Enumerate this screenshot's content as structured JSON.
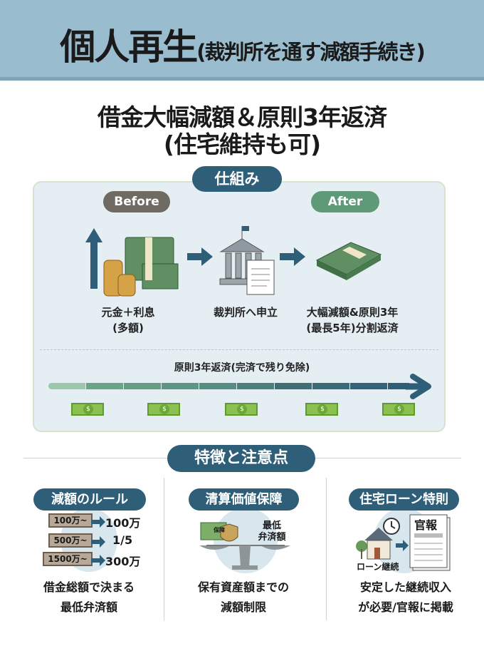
{
  "header": {
    "title_main": "個人再生",
    "title_sub": "(裁判所を通す減額手続き)"
  },
  "headline": {
    "line1": "借金大幅減額＆原則3年返済",
    "line2": "(住宅維持も可)"
  },
  "mechanism": {
    "section_label": "仕組み",
    "before_label": "Before",
    "after_label": "After",
    "step1": {
      "line1": "元金＋利息",
      "line2": "(多額)"
    },
    "step2": {
      "line1": "裁判所へ申立"
    },
    "step3": {
      "line1": "大幅減額&原則3年",
      "line2": "(最長5年)分割返済"
    },
    "timeline_label": "原則3年返済(完済で残り免除)",
    "bill_symbol": "$"
  },
  "features": {
    "section_label": "特徴と注意点",
    "items": [
      {
        "title": "減額のルール",
        "desc1": "借金総額で決まる",
        "desc2": "最低弁済額",
        "rules": [
          {
            "from": "100万~",
            "to": "100万"
          },
          {
            "from": "500万~",
            "to": "1/5"
          },
          {
            "from": "1500万~",
            "to": "300万"
          }
        ]
      },
      {
        "title": "清算価値保障",
        "desc1": "保有資産額までの",
        "desc2": "減額制限",
        "shield": "保障",
        "scale_right1": "最低",
        "scale_right2": "弁済額"
      },
      {
        "title": "住宅ローン特則",
        "desc1": "安定した継続収入",
        "desc2": "が必要/官報に掲載",
        "doc": "官報",
        "house_label": "ローン継続"
      }
    ]
  },
  "colors": {
    "header": "#9abccf",
    "accent_dark": "#2f5e79",
    "before": "#6f6b63",
    "after": "#5f9a78",
    "panel": "#e5eef3"
  }
}
